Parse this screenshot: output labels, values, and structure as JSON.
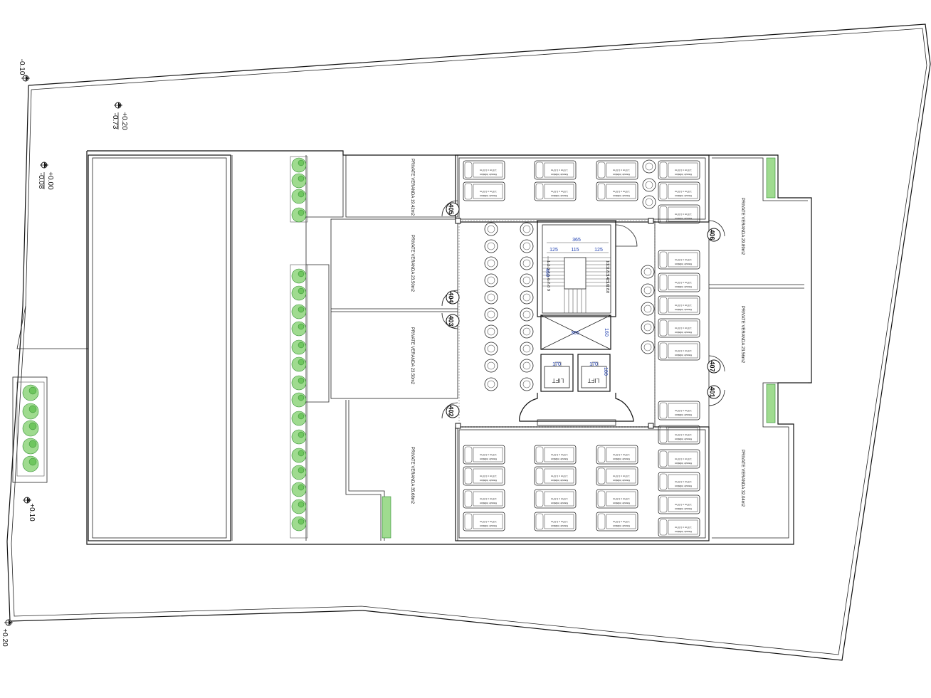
{
  "levels": [
    {
      "id": "lvl-a",
      "upper": "-0.10",
      "lower": ""
    },
    {
      "id": "lvl-b",
      "upper": "+0.20",
      "lower": "-0.73"
    },
    {
      "id": "lvl-c",
      "upper": "+0.00",
      "lower": "-0.08"
    },
    {
      "id": "lvl-d",
      "upper": "+0.10",
      "lower": ""
    },
    {
      "id": "lvl-e",
      "upper": "+0.20",
      "lower": ""
    }
  ],
  "verandas": [
    {
      "id": "v405",
      "label": "PRIVATE VERANDA 19.42m2"
    },
    {
      "id": "v404",
      "label": "PRIVATE VERANDA 23.50m2"
    },
    {
      "id": "v403",
      "label": "PRIVATE VERANDA 23.50m2"
    },
    {
      "id": "v402",
      "label": "PRIVATE VERANDA 35.68m2"
    },
    {
      "id": "v406",
      "label": "PRIVATE VERANDA 29.89m2"
    },
    {
      "id": "v407",
      "label": "PRIVATE VERANDA 23.56m2"
    },
    {
      "id": "v401",
      "label": "PRIVATE VERANDA 32.04m2"
    }
  ],
  "units": [
    "405",
    "404",
    "403",
    "402",
    "406",
    "407",
    "401"
  ],
  "dimensions": {
    "stair_width": "365",
    "stair_left": "125",
    "stair_mid": "115",
    "stair_right": "125",
    "stair_depth": "460",
    "shaft_width": "365",
    "shaft_depth": "160",
    "lift_left_width": "170",
    "lift_right_width": "170",
    "lift_depth": "180"
  },
  "stair_steps": [
    "10",
    "11",
    "12",
    "13",
    "14",
    "15",
    "16",
    "17",
    "18",
    "1",
    "2",
    "3",
    "4",
    "5",
    "6",
    "7",
    "8",
    "9"
  ],
  "lift_label": "LIFT",
  "bed_label": {
    "line1": "1.97m x 0.97m",
    "line2": "Hassle Inflation"
  }
}
